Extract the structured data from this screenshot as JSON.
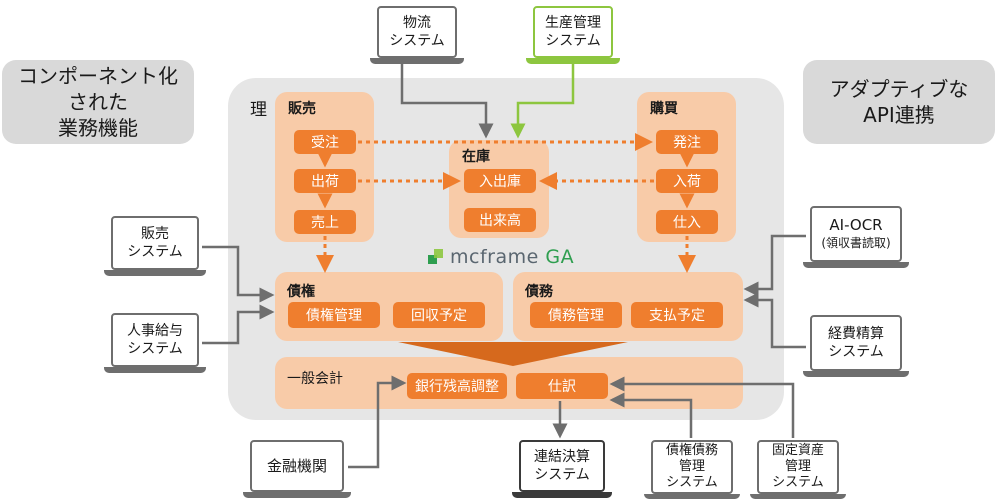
{
  "left_label": {
    "line1": "コンポーネント化",
    "line2": "された",
    "line3": "業務機能"
  },
  "right_label": {
    "line1": "アダプティブな",
    "line2": "API連携"
  },
  "platform": {
    "master_title": "各種マスタ管理",
    "brand_name": "mcframe",
    "brand_suffix": "GA"
  },
  "sales_panel": {
    "title": "販売",
    "chips": [
      "受注",
      "出荷",
      "売上"
    ]
  },
  "inventory_panel": {
    "title": "在庫",
    "chips": [
      "入出庫",
      "出来高"
    ]
  },
  "purchase_panel": {
    "title": "購買",
    "chips": [
      "発注",
      "入荷",
      "仕入"
    ]
  },
  "receivables_panel": {
    "title": "債権",
    "chips": [
      "債権管理",
      "回収予定"
    ]
  },
  "payables_panel": {
    "title": "債務",
    "chips": [
      "債務管理",
      "支払予定"
    ]
  },
  "gl_panel": {
    "title": "一般会計",
    "chips": [
      "銀行残高調整",
      "仕訳"
    ]
  },
  "systems": {
    "logistics": {
      "line1": "物流",
      "line2": "システム"
    },
    "production": {
      "line1": "生産管理",
      "line2": "システム"
    },
    "sales": {
      "line1": "販売",
      "line2": "システム"
    },
    "hr_payroll": {
      "line1": "人事給与",
      "line2": "システム"
    },
    "ai_ocr": {
      "line1": "AI-OCR",
      "line2": "(領収書読取)"
    },
    "expense": {
      "line1": "経費精算",
      "line2": "システム"
    },
    "bank": {
      "line1": "金融機関"
    },
    "consolidated": {
      "line1": "連結決算",
      "line2": "システム"
    },
    "receivable_payable": {
      "line1": "債権債務",
      "line2": "管理",
      "line3": "システム"
    },
    "fixed_assets": {
      "line1": "固定資産",
      "line2": "管理",
      "line3": "システム"
    }
  },
  "colors": {
    "orange": "#ef7e2e",
    "panel": "#f8cba8",
    "platform": "#e6e6e6",
    "green": "#8dc63f",
    "gray": "#6e6e6e"
  }
}
